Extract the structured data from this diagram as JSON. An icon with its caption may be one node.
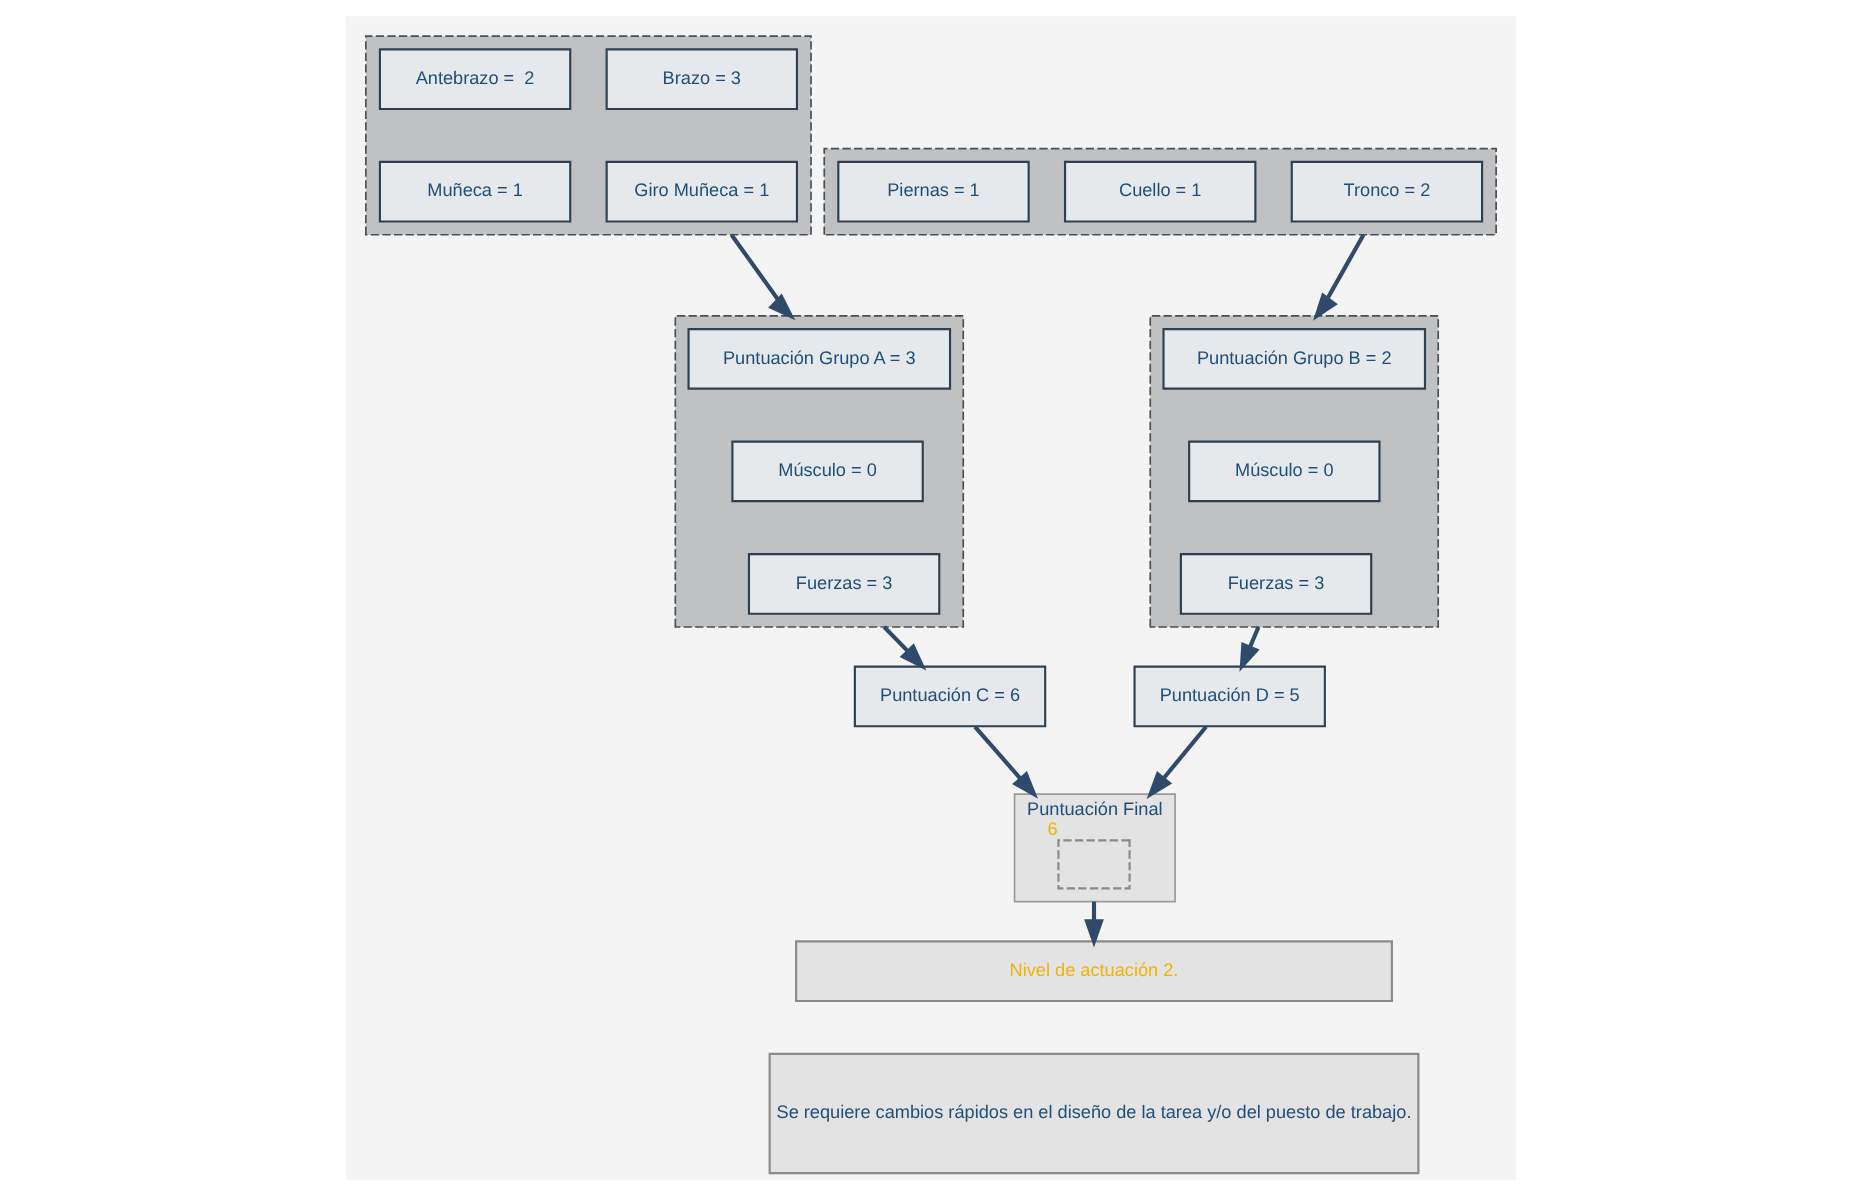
{
  "diagram": {
    "nodes": [
      {
        "text": [],
        "shape": "box"
      },
      {
        "text": [
          "Antebrazo =  2"
        ],
        "in": 0
      },
      {
        "text": [
          "Brazo = 3"
        ],
        "in": 0
      },
      {
        "text": [
          "Muñeca = 1"
        ],
        "in": 0
      },
      {
        "text": [
          "Giro Muñeca = 1"
        ],
        "in": 0
      },
      {
        "text": [],
        "shape": "box"
      },
      {
        "text": [
          "Piernas = 1"
        ],
        "in": 5
      },
      {
        "text": [
          "Cuello = 1"
        ],
        "in": 5
      },
      {
        "text": [
          "Tronco = 2"
        ],
        "in": 5
      },
      {
        "text": [],
        "shape": "box"
      },
      {
        "text": [
          "Puntuación Grupo A = 3"
        ],
        "in": 9
      },
      {
        "text": [
          "Músculo = 0"
        ],
        "in": 9
      },
      {
        "text": [
          "Fuerzas = 3"
        ],
        "in": 9
      },
      {
        "text": [],
        "shape": "box"
      },
      {
        "text": [
          "Puntuación Grupo B = 2"
        ],
        "in": 13
      },
      {
        "text": [
          "Músculo = 0"
        ],
        "in": 13
      },
      {
        "text": [
          "Fuerzas = 3"
        ],
        "in": 13
      },
      {
        "text": [
          "Puntuación C = 6"
        ]
      },
      {
        "text": [
          "Puntuación Final"
        ]
      },
      {
        "text": [],
        "shape": "box",
        "in": 18,
        "beside": [
          "6"
        ]
      },
      {
        "text": [
          "Puntuación D = 5"
        ]
      },
      {
        "text": [
          "Nivel de actuación 2."
        ]
      },
      {
        "text": [
          "Se requiere cambios rápidos en el diseño de la tarea y/o del puesto de trabajo."
        ]
      }
    ],
    "edges": [
      {
        "from": 0,
        "to": 9,
        "arrow": "to"
      },
      {
        "from": 5,
        "to": 13,
        "arrow": "to"
      },
      {
        "from": 9,
        "to": 17,
        "arrow": "to"
      },
      {
        "from": 13,
        "to": 20,
        "arrow": "to"
      },
      {
        "from": 17,
        "to": 18,
        "arrow": "to"
      },
      {
        "from": 20,
        "to": 18,
        "arrow": "to"
      },
      {
        "from": 18,
        "to": 21,
        "arrow": "to"
      }
    ]
  }
}
